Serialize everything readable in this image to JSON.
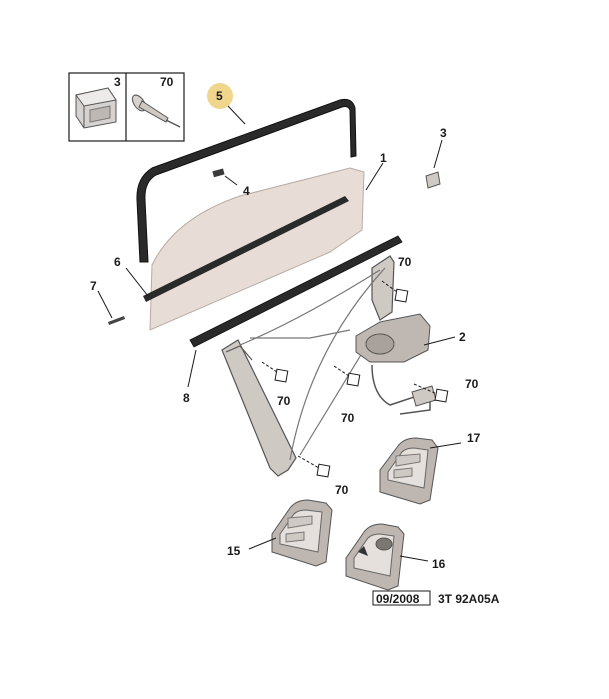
{
  "callouts": {
    "box_left": "3",
    "box_right": "70",
    "seal": "5",
    "glass": "1",
    "clip": "4",
    "clip_right": "3",
    "seal_vertical": "6",
    "strip_inner": "7",
    "strip_outer": "8",
    "motor": "2",
    "fixing_top": "70",
    "fixing_left": "70",
    "fixing_mid": "70",
    "fixing_right": "70",
    "fixing_bottom": "70",
    "switch_right": "17",
    "switch_left": "15",
    "switch_double": "16"
  },
  "footer": {
    "date": "09/2008",
    "reference": "3T 92A05A"
  },
  "colors": {
    "highlight_badge": "#f0d58c",
    "glass_fill": "#e7ddd6",
    "seal_fill": "#2a2a2a",
    "part_fill": "#cfc9c4"
  }
}
